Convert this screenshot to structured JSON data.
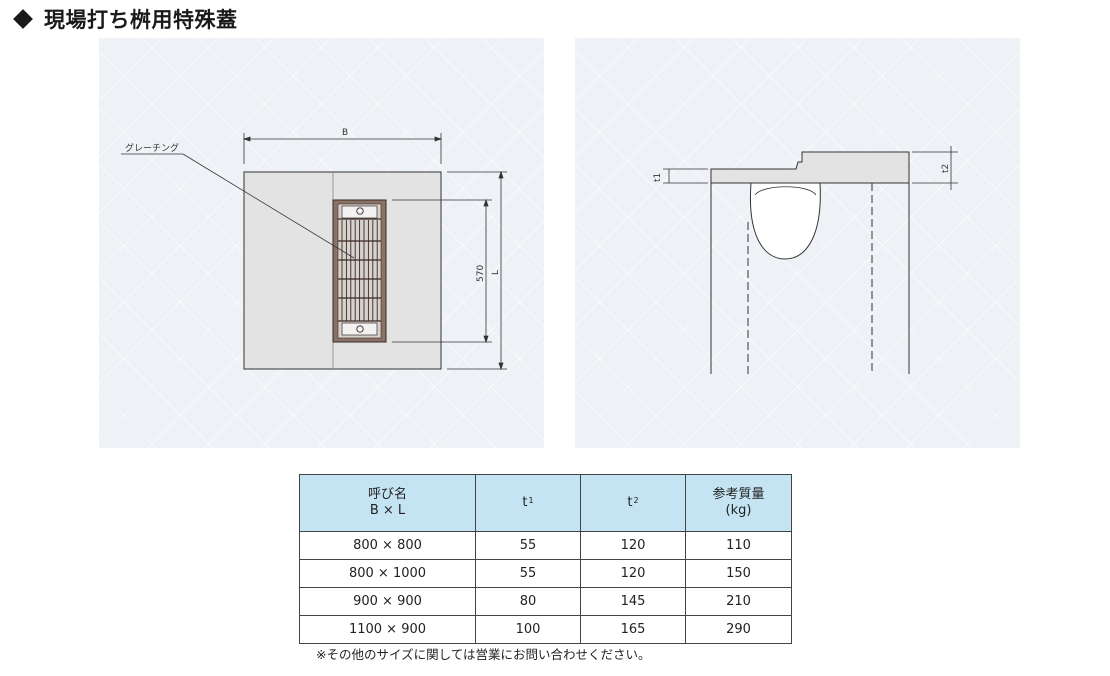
{
  "page": {
    "title": "現場打ち桝用特殊蓋"
  },
  "plan_view": {
    "label_grating": "グレーチング",
    "dim_B": "B",
    "dim_570": "570",
    "dim_L": "L"
  },
  "section_view": {
    "label_t1": "t1",
    "label_t2": "t2"
  },
  "table": {
    "headers": {
      "name_line1": "呼び名",
      "name_line2": "B × L",
      "t1_base": "t",
      "t1_sub": "1",
      "t2_base": "t",
      "t2_sub": "2",
      "mass_line1": "参考質量",
      "mass_line2": "(kg)"
    },
    "rows": [
      {
        "size": "800 × 800",
        "t1": "55",
        "t2": "120",
        "mass": "110"
      },
      {
        "size": "800 × 1000",
        "t1": "55",
        "t2": "120",
        "mass": "150"
      },
      {
        "size": "900 × 900",
        "t1": "80",
        "t2": "145",
        "mass": "210"
      },
      {
        "size": "1100 × 900",
        "t1": "100",
        "t2": "165",
        "mass": "290"
      }
    ]
  },
  "note": "※その他のサイズに関しては営業にお問い合わせください。",
  "colors": {
    "panel_bg": "#eef2f6",
    "header_bg": "#c5e4f3",
    "cover_fill": "#e2e2e2",
    "frame_fill": "#8a7266"
  }
}
